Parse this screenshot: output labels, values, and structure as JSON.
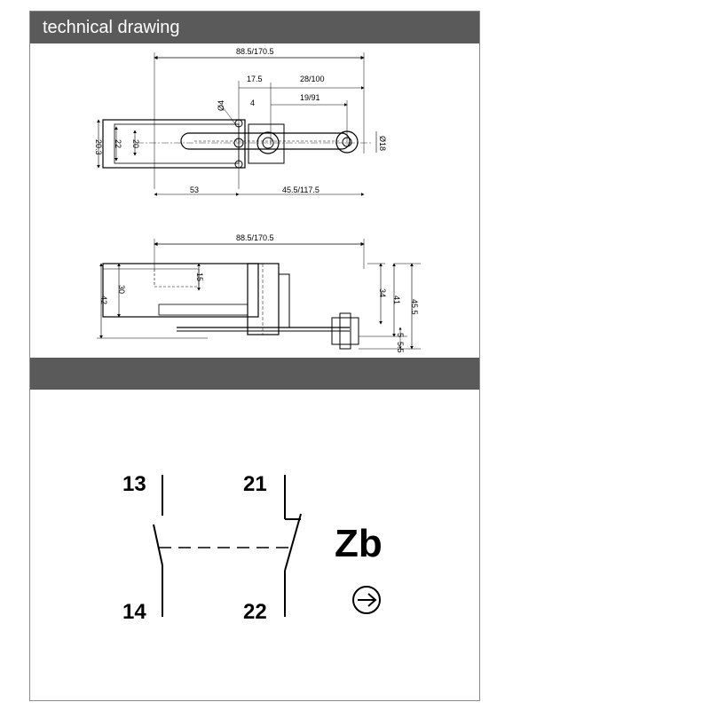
{
  "header": {
    "title": "technical drawing",
    "second_title": ""
  },
  "top_view": {
    "dims": {
      "overall": "88.5/170.5",
      "d175": "17.5",
      "d28100": "28/100",
      "d1991": "19/91",
      "dia4": "Ø4",
      "d4": "4",
      "d203": "20.3",
      "d22": "22",
      "d20": "20",
      "dia18": "Ø18",
      "d53": "53",
      "d455": "45.5/117.5"
    }
  },
  "side_view": {
    "dims": {
      "overall": "88.5/170.5",
      "d15": "15",
      "d30": "30",
      "d42": "42",
      "d34": "34",
      "d41": "41",
      "d455": "45.5",
      "d5": "5",
      "d55": "5.5"
    }
  },
  "contact_diagram": {
    "t13": "13",
    "t14": "14",
    "t21": "21",
    "t22": "22",
    "code": "Zb",
    "direction_symbol": "arrow-circle-icon"
  }
}
